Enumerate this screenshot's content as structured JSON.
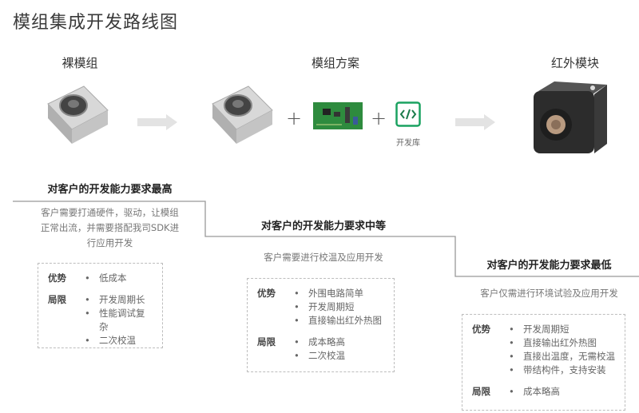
{
  "title": "模组集成开发路线图",
  "columns": [
    {
      "label": "裸模组"
    },
    {
      "label": "模组方案"
    },
    {
      "label": "红外模块"
    }
  ],
  "sdk_label": "开发库",
  "sdk_icon_color": "#1aa260",
  "levels": [
    {
      "title": "对客户的开发能力要求最高",
      "desc_lines": [
        "客户需要打通硬件，驱动，让模组",
        "正常出流，并需要搭配我司SDK进",
        "行应用开发"
      ],
      "pros_label": "优势",
      "pros": [
        "低成本"
      ],
      "cons_label": "局限",
      "cons": [
        "开发周期长",
        "性能调试复杂",
        "二次校温"
      ]
    },
    {
      "title": "对客户的开发能力要求中等",
      "desc_lines": [
        "客户需要进行校温及应用开发"
      ],
      "pros_label": "优势",
      "pros": [
        "外围电路简单",
        "开发周期短",
        "直接输出红外热图"
      ],
      "cons_label": "局限",
      "cons": [
        "成本略高",
        "二次校温"
      ]
    },
    {
      "title": "对客户的开发能力要求最低",
      "desc_lines": [
        "客户仅需进行环境试验及应用开发"
      ],
      "pros_label": "优势",
      "pros": [
        "开发周期短",
        "直接输出红外热图",
        "直接出温度，无需校温",
        "带结构件，支持安装"
      ],
      "cons_label": "局限",
      "cons": [
        "成本略高"
      ]
    }
  ]
}
